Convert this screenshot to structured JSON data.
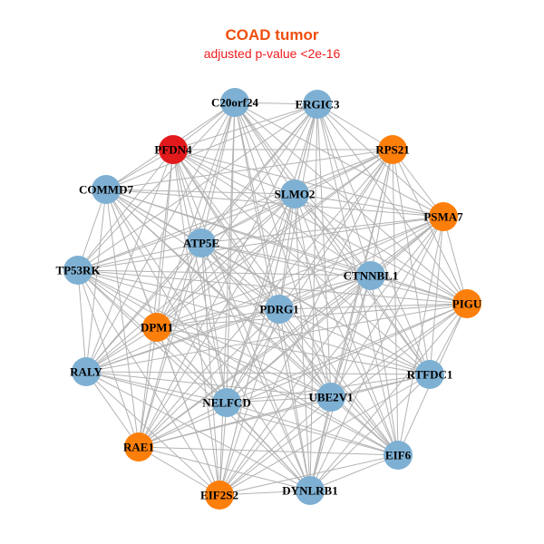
{
  "title": "COAD tumor",
  "subtitle": "adjusted p-value <2e-16",
  "colors": {
    "title": "#f04e0c",
    "subtitle": "#ee1c1c",
    "edge": "#b3b3b3",
    "blue": "#7eb0d3",
    "orange": "#fd7f0b",
    "red": "#e31a1c"
  },
  "nodes": [
    {
      "id": "C20orf24",
      "color": "blue"
    },
    {
      "id": "ERGIC3",
      "color": "blue"
    },
    {
      "id": "PFDN4",
      "color": "red"
    },
    {
      "id": "RPS21",
      "color": "orange"
    },
    {
      "id": "COMMD7",
      "color": "blue"
    },
    {
      "id": "SLMO2",
      "color": "blue"
    },
    {
      "id": "PSMA7",
      "color": "orange"
    },
    {
      "id": "ATP5E",
      "color": "blue"
    },
    {
      "id": "TP53RK",
      "color": "blue"
    },
    {
      "id": "CTNNBL1",
      "color": "blue"
    },
    {
      "id": "PIGU",
      "color": "orange"
    },
    {
      "id": "PDRG1",
      "color": "blue"
    },
    {
      "id": "DPM1",
      "color": "orange"
    },
    {
      "id": "RALY",
      "color": "blue"
    },
    {
      "id": "RTFDC1",
      "color": "blue"
    },
    {
      "id": "NELFCD",
      "color": "blue"
    },
    {
      "id": "UBE2V1",
      "color": "blue"
    },
    {
      "id": "RAE1",
      "color": "orange"
    },
    {
      "id": "EIF6",
      "color": "blue"
    },
    {
      "id": "EIF2S2",
      "color": "orange"
    },
    {
      "id": "DYNLRB1",
      "color": "blue"
    }
  ],
  "edges": [
    [
      "C20orf24",
      "ERGIC3"
    ],
    [
      "C20orf24",
      "PFDN4"
    ],
    [
      "C20orf24",
      "COMMD7"
    ],
    [
      "C20orf24",
      "SLMO2"
    ],
    [
      "C20orf24",
      "ATP5E"
    ],
    [
      "C20orf24",
      "TP53RK"
    ],
    [
      "C20orf24",
      "CTNNBL1"
    ],
    [
      "C20orf24",
      "PIGU"
    ],
    [
      "C20orf24",
      "PDRG1"
    ],
    [
      "C20orf24",
      "DPM1"
    ],
    [
      "C20orf24",
      "RALY"
    ],
    [
      "C20orf24",
      "RTFDC1"
    ],
    [
      "C20orf24",
      "NELFCD"
    ],
    [
      "C20orf24",
      "UBE2V1"
    ],
    [
      "C20orf24",
      "RAE1"
    ],
    [
      "C20orf24",
      "EIF6"
    ],
    [
      "C20orf24",
      "EIF2S2"
    ],
    [
      "C20orf24",
      "DYNLRB1"
    ],
    [
      "C20orf24",
      "PSMA7"
    ],
    [
      "ERGIC3",
      "PFDN4"
    ],
    [
      "ERGIC3",
      "RPS21"
    ],
    [
      "ERGIC3",
      "COMMD7"
    ],
    [
      "ERGIC3",
      "SLMO2"
    ],
    [
      "ERGIC3",
      "PSMA7"
    ],
    [
      "ERGIC3",
      "ATP5E"
    ],
    [
      "ERGIC3",
      "TP53RK"
    ],
    [
      "ERGIC3",
      "CTNNBL1"
    ],
    [
      "ERGIC3",
      "PIGU"
    ],
    [
      "ERGIC3",
      "PDRG1"
    ],
    [
      "ERGIC3",
      "DPM1"
    ],
    [
      "ERGIC3",
      "RALY"
    ],
    [
      "ERGIC3",
      "NELFCD"
    ],
    [
      "ERGIC3",
      "UBE2V1"
    ],
    [
      "ERGIC3",
      "RAE1"
    ],
    [
      "ERGIC3",
      "EIF6"
    ],
    [
      "ERGIC3",
      "EIF2S2"
    ],
    [
      "ERGIC3",
      "DYNLRB1"
    ],
    [
      "ERGIC3",
      "RTFDC1"
    ],
    [
      "PFDN4",
      "RPS21"
    ],
    [
      "PFDN4",
      "COMMD7"
    ],
    [
      "PFDN4",
      "SLMO2"
    ],
    [
      "PFDN4",
      "PSMA7"
    ],
    [
      "PFDN4",
      "ATP5E"
    ],
    [
      "PFDN4",
      "TP53RK"
    ],
    [
      "PFDN4",
      "CTNNBL1"
    ],
    [
      "PFDN4",
      "PIGU"
    ],
    [
      "PFDN4",
      "PDRG1"
    ],
    [
      "PFDN4",
      "DPM1"
    ],
    [
      "PFDN4",
      "RALY"
    ],
    [
      "PFDN4",
      "RTFDC1"
    ],
    [
      "PFDN4",
      "NELFCD"
    ],
    [
      "PFDN4",
      "UBE2V1"
    ],
    [
      "PFDN4",
      "RAE1"
    ],
    [
      "PFDN4",
      "EIF6"
    ],
    [
      "PFDN4",
      "EIF2S2"
    ],
    [
      "PFDN4",
      "DYNLRB1"
    ],
    [
      "RPS21",
      "COMMD7"
    ],
    [
      "RPS21",
      "SLMO2"
    ],
    [
      "RPS21",
      "PSMA7"
    ],
    [
      "RPS21",
      "ATP5E"
    ],
    [
      "RPS21",
      "TP53RK"
    ],
    [
      "RPS21",
      "CTNNBL1"
    ],
    [
      "RPS21",
      "PIGU"
    ],
    [
      "RPS21",
      "PDRG1"
    ],
    [
      "RPS21",
      "DPM1"
    ],
    [
      "RPS21",
      "RALY"
    ],
    [
      "RPS21",
      "RTFDC1"
    ],
    [
      "RPS21",
      "NELFCD"
    ],
    [
      "RPS21",
      "UBE2V1"
    ],
    [
      "RPS21",
      "RAE1"
    ],
    [
      "RPS21",
      "EIF6"
    ],
    [
      "RPS21",
      "EIF2S2"
    ],
    [
      "RPS21",
      "DYNLRB1"
    ],
    [
      "COMMD7",
      "SLMO2"
    ],
    [
      "COMMD7",
      "PSMA7"
    ],
    [
      "COMMD7",
      "ATP5E"
    ],
    [
      "COMMD7",
      "TP53RK"
    ],
    [
      "COMMD7",
      "CTNNBL1"
    ],
    [
      "COMMD7",
      "PIGU"
    ],
    [
      "COMMD7",
      "PDRG1"
    ],
    [
      "COMMD7",
      "DPM1"
    ],
    [
      "COMMD7",
      "RALY"
    ],
    [
      "COMMD7",
      "RTFDC1"
    ],
    [
      "COMMD7",
      "NELFCD"
    ],
    [
      "COMMD7",
      "UBE2V1"
    ],
    [
      "COMMD7",
      "RAE1"
    ],
    [
      "COMMD7",
      "EIF6"
    ],
    [
      "COMMD7",
      "EIF2S2"
    ],
    [
      "COMMD7",
      "DYNLRB1"
    ],
    [
      "SLMO2",
      "PSMA7"
    ],
    [
      "SLMO2",
      "ATP5E"
    ],
    [
      "SLMO2",
      "TP53RK"
    ],
    [
      "SLMO2",
      "CTNNBL1"
    ],
    [
      "SLMO2",
      "PIGU"
    ],
    [
      "SLMO2",
      "PDRG1"
    ],
    [
      "SLMO2",
      "DPM1"
    ],
    [
      "SLMO2",
      "RALY"
    ],
    [
      "SLMO2",
      "RTFDC1"
    ],
    [
      "SLMO2",
      "NELFCD"
    ],
    [
      "SLMO2",
      "UBE2V1"
    ],
    [
      "SLMO2",
      "RAE1"
    ],
    [
      "SLMO2",
      "EIF6"
    ],
    [
      "SLMO2",
      "EIF2S2"
    ],
    [
      "SLMO2",
      "DYNLRB1"
    ],
    [
      "PSMA7",
      "ATP5E"
    ],
    [
      "PSMA7",
      "TP53RK"
    ],
    [
      "PSMA7",
      "CTNNBL1"
    ],
    [
      "PSMA7",
      "PIGU"
    ],
    [
      "PSMA7",
      "PDRG1"
    ],
    [
      "PSMA7",
      "DPM1"
    ],
    [
      "PSMA7",
      "RALY"
    ],
    [
      "PSMA7",
      "RTFDC1"
    ],
    [
      "PSMA7",
      "NELFCD"
    ],
    [
      "PSMA7",
      "UBE2V1"
    ],
    [
      "PSMA7",
      "RAE1"
    ],
    [
      "PSMA7",
      "EIF6"
    ],
    [
      "PSMA7",
      "EIF2S2"
    ],
    [
      "PSMA7",
      "DYNLRB1"
    ],
    [
      "ATP5E",
      "TP53RK"
    ],
    [
      "ATP5E",
      "CTNNBL1"
    ],
    [
      "ATP5E",
      "PIGU"
    ],
    [
      "ATP5E",
      "PDRG1"
    ],
    [
      "ATP5E",
      "DPM1"
    ],
    [
      "ATP5E",
      "RALY"
    ],
    [
      "ATP5E",
      "RTFDC1"
    ],
    [
      "ATP5E",
      "NELFCD"
    ],
    [
      "ATP5E",
      "UBE2V1"
    ],
    [
      "ATP5E",
      "RAE1"
    ],
    [
      "ATP5E",
      "EIF6"
    ],
    [
      "ATP5E",
      "EIF2S2"
    ],
    [
      "ATP5E",
      "DYNLRB1"
    ],
    [
      "TP53RK",
      "CTNNBL1"
    ],
    [
      "TP53RK",
      "PIGU"
    ],
    [
      "TP53RK",
      "PDRG1"
    ],
    [
      "TP53RK",
      "DPM1"
    ],
    [
      "TP53RK",
      "RALY"
    ],
    [
      "TP53RK",
      "RTFDC1"
    ],
    [
      "TP53RK",
      "NELFCD"
    ],
    [
      "TP53RK",
      "UBE2V1"
    ],
    [
      "TP53RK",
      "RAE1"
    ],
    [
      "TP53RK",
      "EIF6"
    ],
    [
      "TP53RK",
      "EIF2S2"
    ],
    [
      "TP53RK",
      "DYNLRB1"
    ],
    [
      "CTNNBL1",
      "PIGU"
    ],
    [
      "CTNNBL1",
      "PDRG1"
    ],
    [
      "CTNNBL1",
      "DPM1"
    ],
    [
      "CTNNBL1",
      "RALY"
    ],
    [
      "CTNNBL1",
      "RTFDC1"
    ],
    [
      "CTNNBL1",
      "NELFCD"
    ],
    [
      "CTNNBL1",
      "UBE2V1"
    ],
    [
      "CTNNBL1",
      "RAE1"
    ],
    [
      "CTNNBL1",
      "EIF6"
    ],
    [
      "CTNNBL1",
      "EIF2S2"
    ],
    [
      "CTNNBL1",
      "DYNLRB1"
    ],
    [
      "PIGU",
      "PDRG1"
    ],
    [
      "PIGU",
      "DPM1"
    ],
    [
      "PIGU",
      "RALY"
    ],
    [
      "PIGU",
      "RTFDC1"
    ],
    [
      "PIGU",
      "NELFCD"
    ],
    [
      "PIGU",
      "UBE2V1"
    ],
    [
      "PIGU",
      "RAE1"
    ],
    [
      "PIGU",
      "EIF6"
    ],
    [
      "PIGU",
      "EIF2S2"
    ],
    [
      "PIGU",
      "DYNLRB1"
    ],
    [
      "PDRG1",
      "DPM1"
    ],
    [
      "PDRG1",
      "RALY"
    ],
    [
      "PDRG1",
      "RTFDC1"
    ],
    [
      "PDRG1",
      "NELFCD"
    ],
    [
      "PDRG1",
      "UBE2V1"
    ],
    [
      "PDRG1",
      "RAE1"
    ],
    [
      "PDRG1",
      "EIF6"
    ],
    [
      "PDRG1",
      "EIF2S2"
    ],
    [
      "PDRG1",
      "DYNLRB1"
    ],
    [
      "DPM1",
      "RALY"
    ],
    [
      "DPM1",
      "RTFDC1"
    ],
    [
      "DPM1",
      "NELFCD"
    ],
    [
      "DPM1",
      "UBE2V1"
    ],
    [
      "DPM1",
      "RAE1"
    ],
    [
      "DPM1",
      "EIF6"
    ],
    [
      "DPM1",
      "EIF2S2"
    ],
    [
      "DPM1",
      "DYNLRB1"
    ],
    [
      "RALY",
      "RTFDC1"
    ],
    [
      "RALY",
      "NELFCD"
    ],
    [
      "RALY",
      "UBE2V1"
    ],
    [
      "RALY",
      "RAE1"
    ],
    [
      "RALY",
      "EIF6"
    ],
    [
      "RALY",
      "EIF2S2"
    ],
    [
      "RALY",
      "DYNLRB1"
    ],
    [
      "RTFDC1",
      "NELFCD"
    ],
    [
      "RTFDC1",
      "UBE2V1"
    ],
    [
      "RTFDC1",
      "RAE1"
    ],
    [
      "RTFDC1",
      "EIF2S2"
    ],
    [
      "RTFDC1",
      "DYNLRB1"
    ],
    [
      "NELFCD",
      "UBE2V1"
    ],
    [
      "NELFCD",
      "RAE1"
    ],
    [
      "NELFCD",
      "EIF6"
    ],
    [
      "NELFCD",
      "EIF2S2"
    ],
    [
      "NELFCD",
      "DYNLRB1"
    ],
    [
      "UBE2V1",
      "RAE1"
    ],
    [
      "UBE2V1",
      "EIF6"
    ],
    [
      "UBE2V1",
      "EIF2S2"
    ],
    [
      "UBE2V1",
      "DYNLRB1"
    ],
    [
      "RAE1",
      "EIF6"
    ],
    [
      "RAE1",
      "EIF2S2"
    ],
    [
      "RAE1",
      "DYNLRB1"
    ],
    [
      "EIF6",
      "EIF2S2"
    ],
    [
      "EIF6",
      "DYNLRB1"
    ],
    [
      "EIF2S2",
      "DYNLRB1"
    ]
  ]
}
